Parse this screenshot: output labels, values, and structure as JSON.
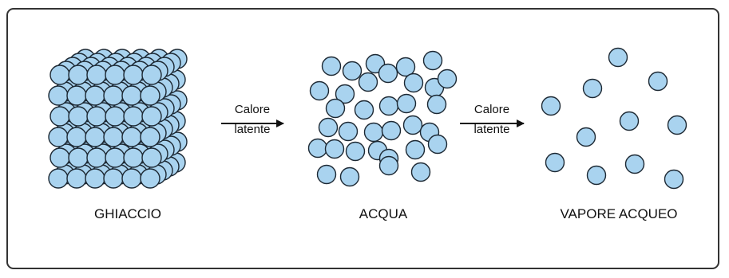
{
  "stages": [
    {
      "id": "ice",
      "label": "GHIACCIO"
    },
    {
      "id": "water",
      "label": "ACQUA"
    },
    {
      "id": "vapor",
      "label": "VAPORE ACQUEO"
    }
  ],
  "arrows": [
    {
      "line1": "Calore",
      "line2": "latente"
    },
    {
      "line1": "Calore",
      "line2": "latente"
    }
  ],
  "colors": {
    "molecule_fill": "#a9d3ef",
    "molecule_stroke": "#1c2833",
    "frame": "#333333"
  }
}
